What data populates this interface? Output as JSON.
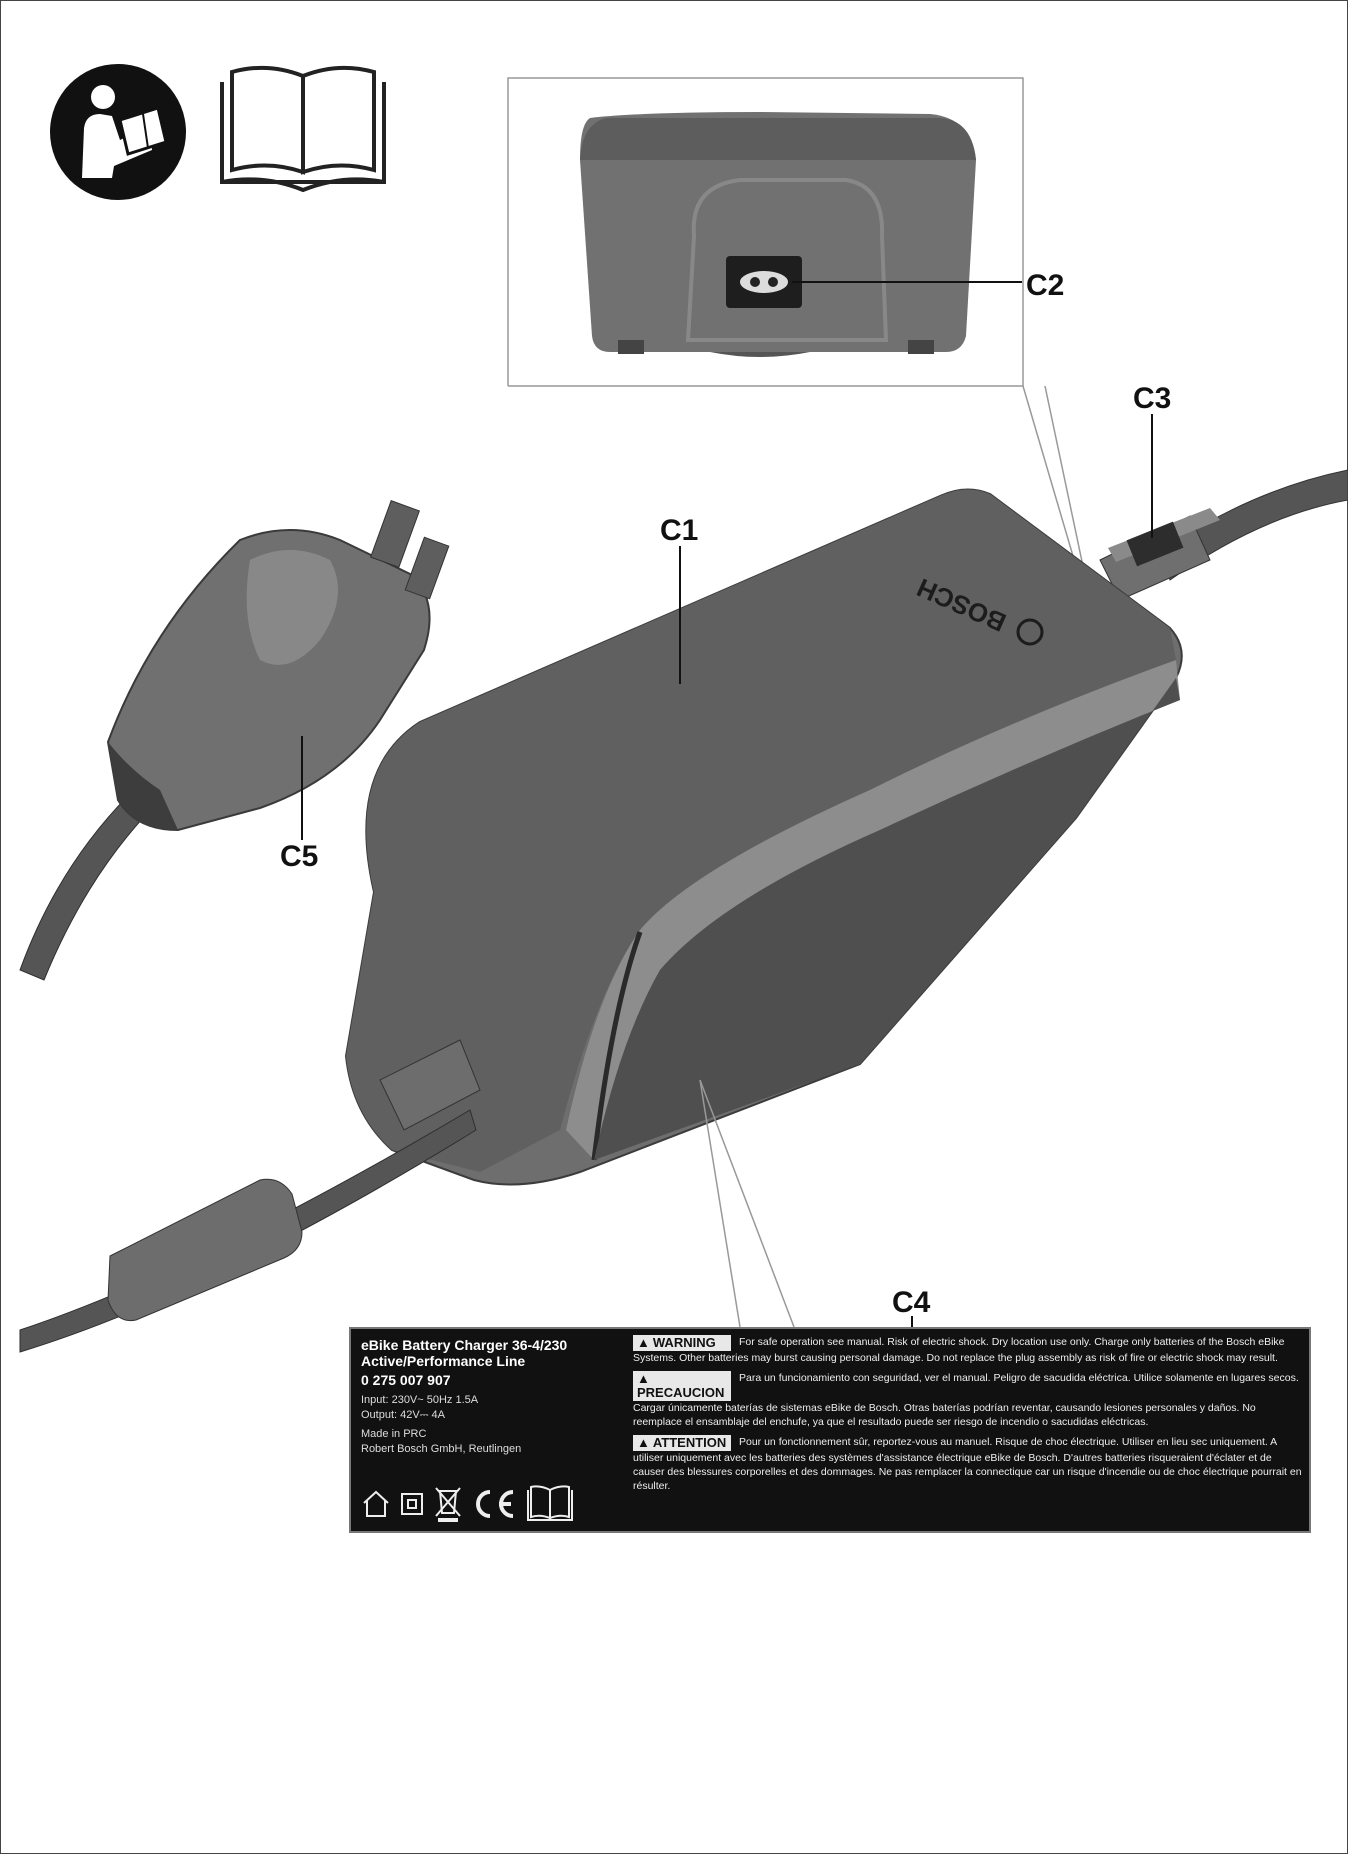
{
  "callouts": {
    "c1": "C1",
    "c2": "C2",
    "c3": "C3",
    "c4": "C4",
    "c5": "C5"
  },
  "product_label": {
    "title_line1": "eBike Battery Charger 36-4/230",
    "title_line2": "Active/Performance Line",
    "part_number": "0 275 007 907",
    "input": "Input: 230V~ 50Hz 1.5A",
    "output": "Output: 42V⎓ 4A",
    "origin": "Made in PRC",
    "manufacturer": "Robert Bosch GmbH, Reutlingen",
    "warnings": [
      {
        "tag": "WARNING",
        "text": "For safe operation see manual. Risk of electric shock. Dry location use only. Charge only batteries of the Bosch eBike Systems. Other batteries may burst causing personal damage. Do not replace the plug assembly as risk of fire or electric shock may result."
      },
      {
        "tag": "PRECAUCION",
        "text": "Para un funcionamiento con seguridad, ver el manual. Peligro de sacudida eléctrica. Utilice solamente en lugares secos. Cargar únicamente baterías de sistemas eBike de Bosch. Otras baterías podrían reventar, causando lesiones personales y daños. No reemplace el ensamblaje del enchufe, ya que el resultado puede ser riesgo de incendio o sacudidas eléctricas."
      },
      {
        "tag": "ATTENTION",
        "text": "Pour un fonctionnement sûr, reportez-vous au manuel. Risque de choc électrique. Utiliser en lieu sec uniquement. A utiliser uniquement avec les batteries des systèmes d'assistance électrique eBike de Bosch. D'autres batteries risqueraient d'éclater et de causer des blessures corporelles et des dommages. Ne pas remplacer la connectique car un risque d'incendie ou de choc électrique pourrait en résulter."
      }
    ]
  },
  "brand": "BOSCH",
  "icons": [
    "read-manual-person-icon",
    "manual-book-icon",
    "indoor-house-icon",
    "double-insulation-icon",
    "weee-bin-icon",
    "ce-mark-icon",
    "small-manual-book-icon"
  ],
  "colors": {
    "housing": "#6f6f6f",
    "housing_top": "#5d5d5d",
    "cable": "#4a4a4a",
    "label_bg": "#111111"
  }
}
